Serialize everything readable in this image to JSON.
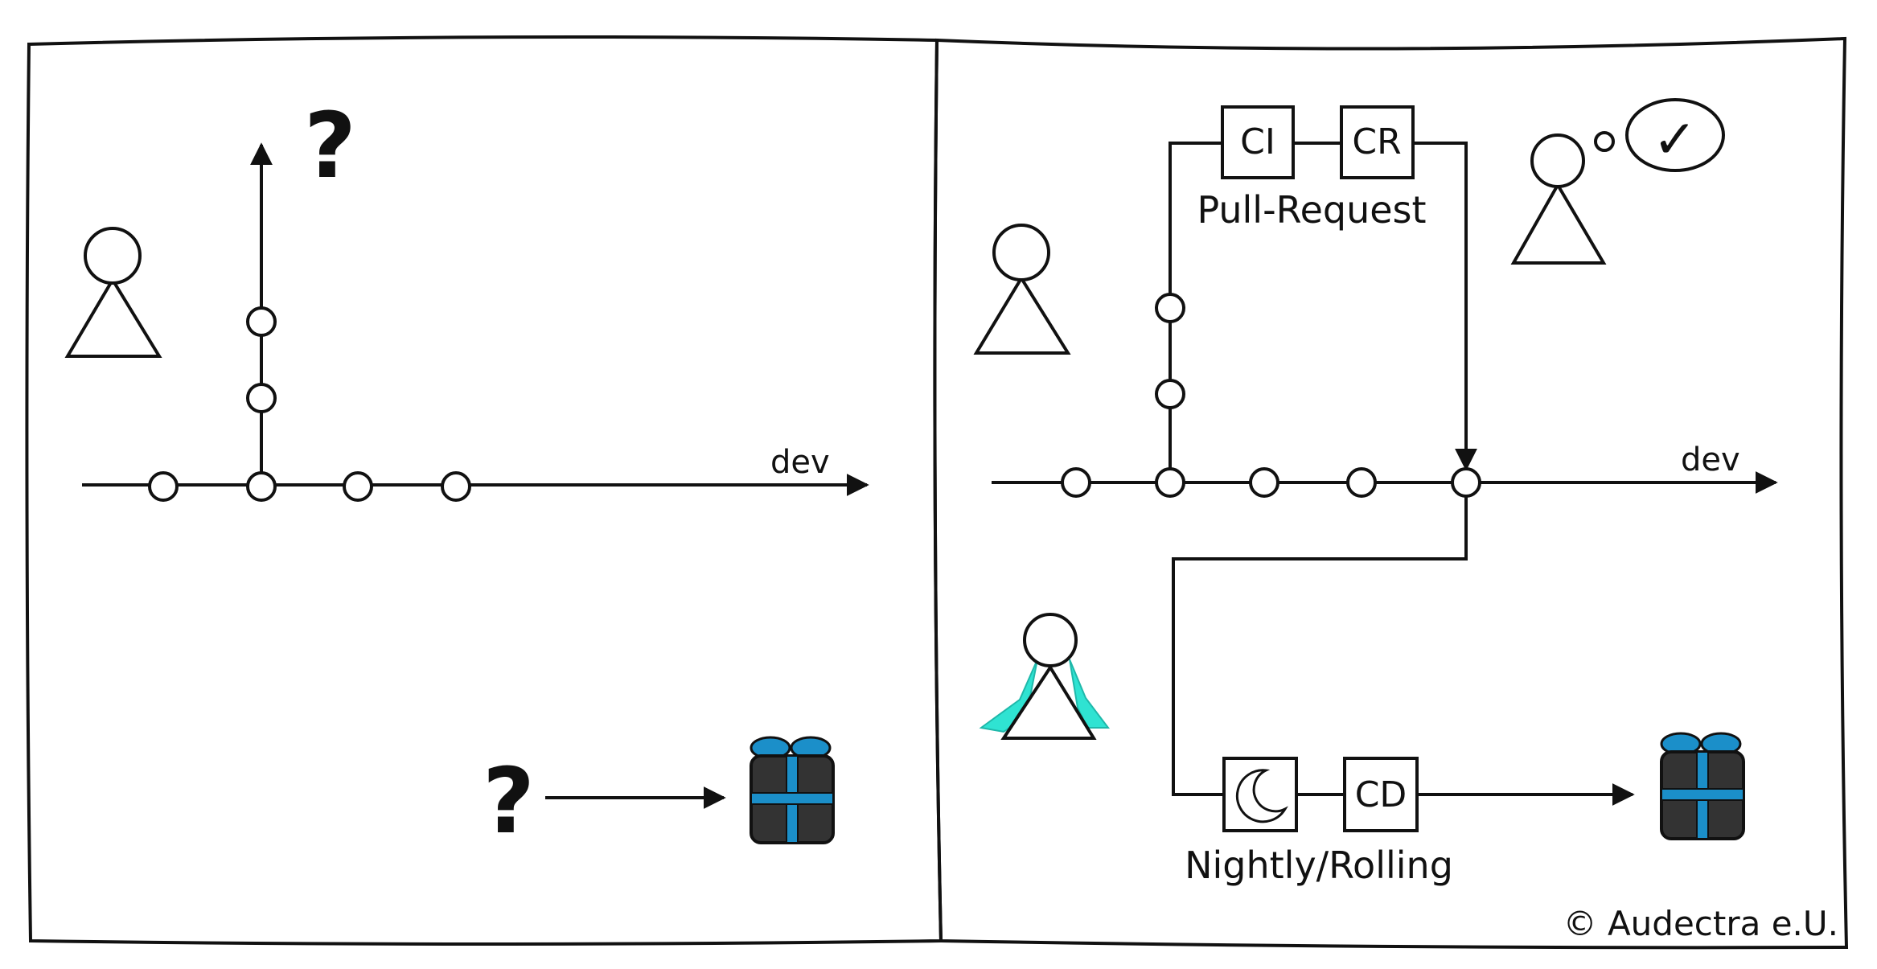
{
  "left_panel": {
    "branch_label": "dev",
    "unknown_mark_top": "?",
    "unknown_mark_bottom": "?"
  },
  "right_panel": {
    "branch_label": "dev",
    "box_ci": "CI",
    "box_cr": "CR",
    "pull_request_label": "Pull-Request",
    "box_cd": "CD",
    "nightly_label": "Nightly/Rolling",
    "approval_mark": "✓"
  },
  "copyright": "© Audectra e.U.",
  "colors": {
    "stroke": "#111111",
    "gift_body": "#333333",
    "gift_ribbon": "#1b8fc9",
    "cape": "#2fe3d2"
  },
  "icons": [
    "person-icon",
    "gift-icon",
    "moon-icon",
    "thought-bubble-icon",
    "checkmark-icon"
  ]
}
